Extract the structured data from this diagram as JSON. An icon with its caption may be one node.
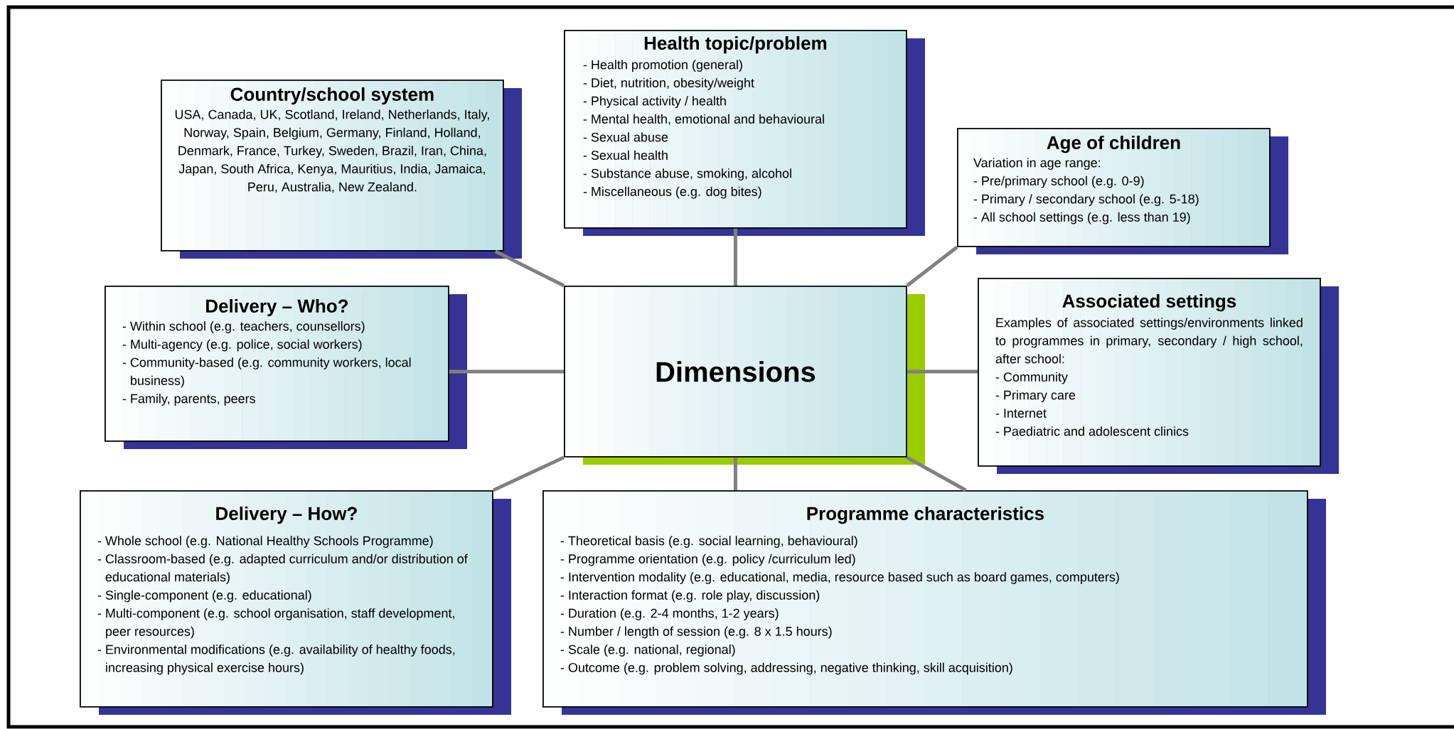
{
  "diagram": {
    "nodes": [
      {
        "text": [
          "Health topic/problem",
          "- Health promotion (general)",
          "- Diet, nutrition, obesity/weight",
          "- Physical activity / health",
          "- Mental health, emotional and behavioural",
          "- Sexual abuse",
          "- Sexual health",
          "- Substance abuse, smoking, alcohol",
          "- Miscellaneous (e.g. dog bites)"
        ]
      },
      {
        "text": [
          "Country/school system",
          "USA, Canada, UK, Scotland, Ireland, Netherlands, Italy, Norway, Spain, Belgium, Germany, Finland, Holland, Denmark, France, Turkey, Sweden, Brazil, Iran, China, Japan, South Africa, Kenya, Mauritius, India, Jamaica, Peru, Australia, New Zealand."
        ]
      },
      {
        "text": [
          "Age of children",
          "Variation in age range:",
          "- Pre/primary school (e.g. 0-9)",
          "- Primary / secondary school (e.g. 5-18)",
          "- All school settings (e.g. less than 19)"
        ]
      },
      {
        "text": [
          "Delivery – Who?",
          "- Within school (e.g. teachers, counsellors)",
          "- Multi-agency (e.g. police, social workers)",
          "- Community-based (e.g. community workers, local business)",
          "- Family, parents, peers"
        ]
      },
      {
        "text": [
          "Dimensions"
        ]
      },
      {
        "text": [
          "Associated settings",
          "Examples of associated settings/environments linked to programmes in primary, secondary / high school, after school:",
          "- Community",
          "- Primary care",
          "- Internet",
          "- Paediatric and adolescent clinics"
        ]
      },
      {
        "text": [
          "Delivery – How?",
          "- Whole school (e.g. National Healthy Schools Programme)",
          "- Classroom-based (e.g. adapted curriculum and/or distribution of educational materials)",
          "- Single-component (e.g. educational)",
          "- Multi-component (e.g. school organisation, staff development, peer resources)",
          "- Environmental modifications (e.g. availability of healthy foods, increasing physical exercise hours)"
        ]
      },
      {
        "text": [
          "Programme characteristics",
          "- Theoretical basis (e.g. social learning, behavioural)",
          "- Programme orientation (e.g. policy /curriculum led)",
          "- Intervention modality (e.g. educational, media, resource based such as board games, computers)",
          "- Interaction format (e.g. role play, discussion)",
          "- Duration (e.g. 2-4 months, 1-2 years)",
          "- Number / length of session (e.g. 8 x 1.5 hours)",
          "- Scale (e.g. national, regional)",
          "- Outcome (e.g. problem solving, addressing, negative thinking, skill acquisition)"
        ]
      }
    ],
    "edges": [
      {
        "from": 4,
        "to": 0,
        "arrow": "none"
      },
      {
        "from": 4,
        "to": 1,
        "arrow": "none"
      },
      {
        "from": 4,
        "to": 2,
        "arrow": "none"
      },
      {
        "from": 4,
        "to": 3,
        "arrow": "none"
      },
      {
        "from": 4,
        "to": 5,
        "arrow": "none"
      },
      {
        "from": 4,
        "to": 6,
        "arrow": "none"
      },
      {
        "from": 4,
        "to": 7,
        "arrow": "none"
      },
      {
        "from": 4,
        "to": 7,
        "arrow": "none"
      }
    ]
  }
}
